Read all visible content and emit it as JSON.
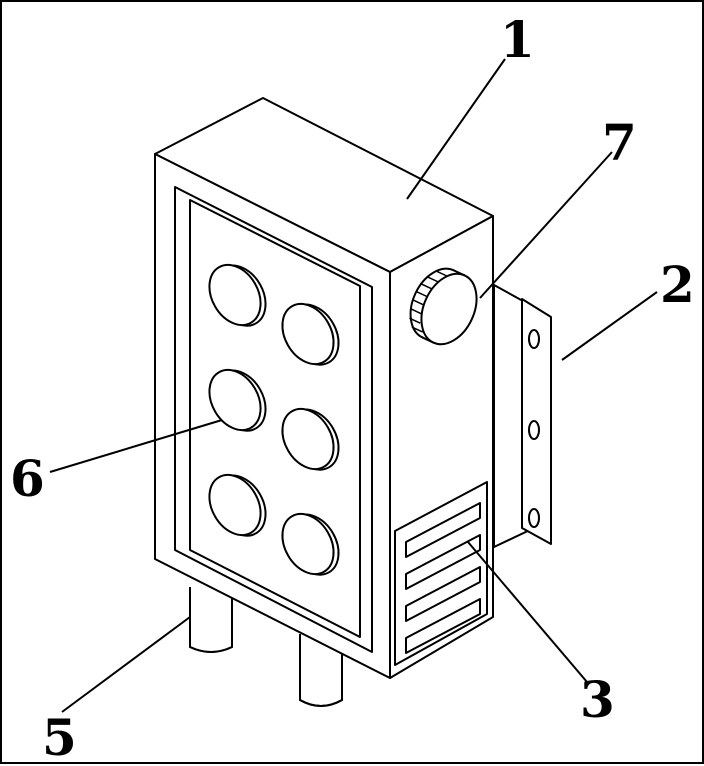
{
  "labels": {
    "one": "1",
    "two": "2",
    "three": "3",
    "five": "5",
    "six": "6",
    "seven": "7"
  }
}
